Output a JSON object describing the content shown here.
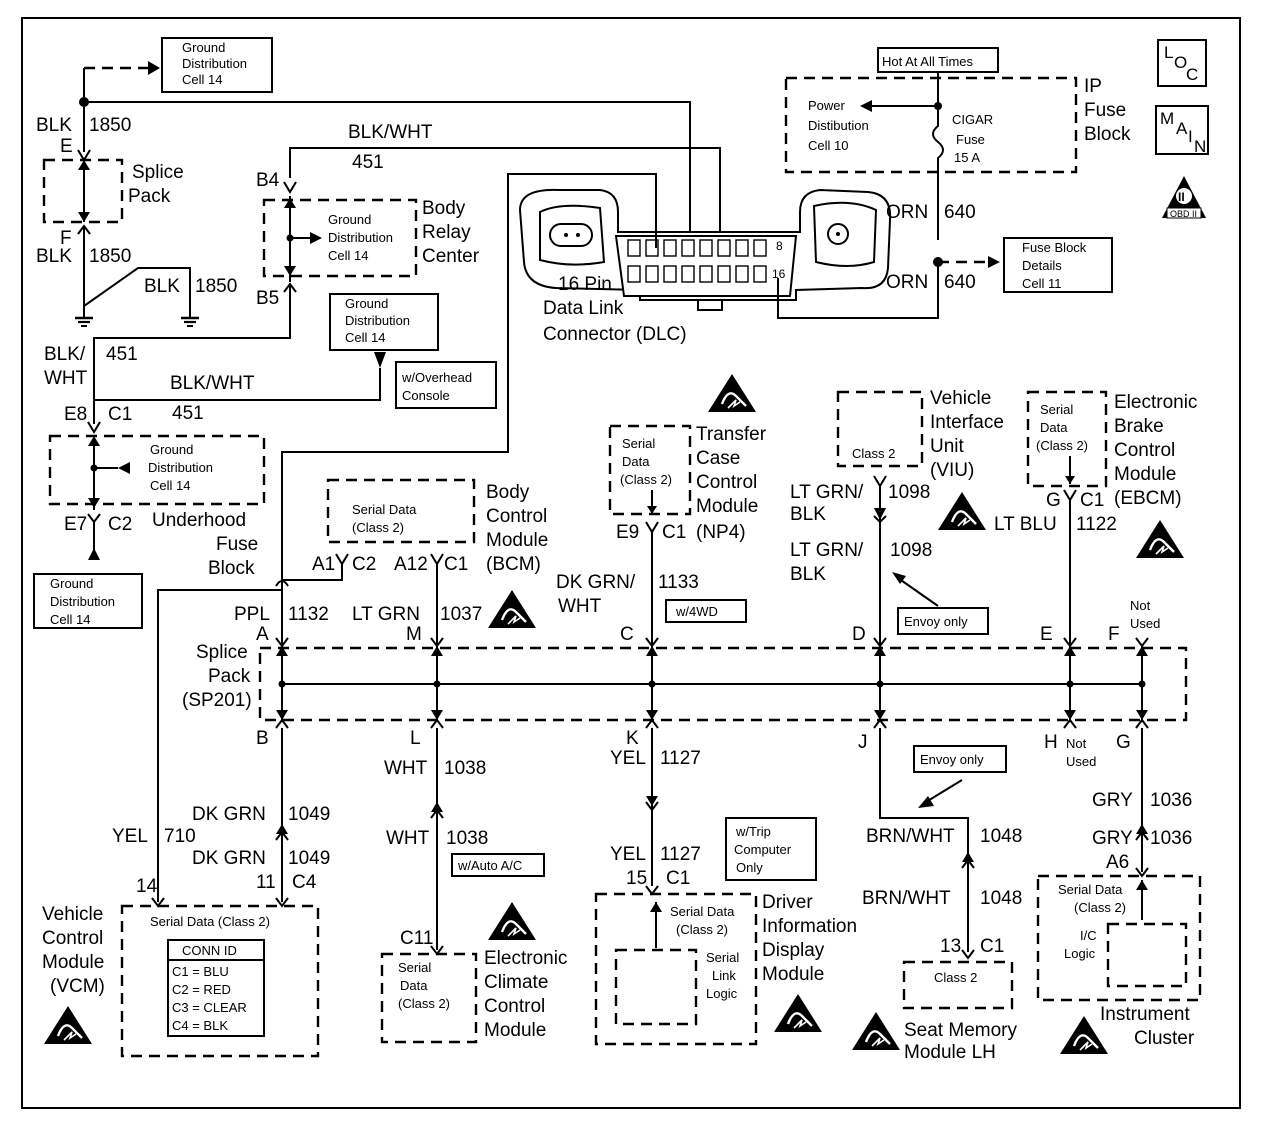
{
  "labels": {
    "hot_at_all_times": "Hot At All Times",
    "loc_l": "L",
    "loc_o": "O",
    "loc_c": "C",
    "main_m": "M",
    "main_a": "A",
    "main_i": "I",
    "main_n": "N",
    "obd_sym": "II",
    "obd_text": "OBD II",
    "ip_fuse_1": "IP",
    "ip_fuse_2": "Fuse",
    "ip_fuse_3": "Block",
    "power_dist_1": "Power",
    "power_dist_2": "Distibution",
    "power_dist_3": "Cell 10",
    "cigar_1": "CIGAR",
    "cigar_2": "Fuse",
    "cigar_3": "15 A",
    "orn_top": "ORN",
    "num_640_top": "640",
    "orn_bot": "ORN",
    "num_640_bot": "640",
    "fuse_det_1": "Fuse Block",
    "fuse_det_2": "Details",
    "fuse_det_3": "Cell 11",
    "gd_top_1": "Ground",
    "gd_top_2": "Distribution",
    "gd_top_3": "Cell 14",
    "blk_top": "BLK",
    "num_1850_top": "1850",
    "e_top": "E",
    "splice_pack_1": "Splice",
    "splice_pack_2": "Pack",
    "f_lbl": "F",
    "blk_mid": "BLK",
    "num_1850_mid": "1850",
    "blk_right": "BLK",
    "num_1850_right": "1850",
    "blk_wht_top": "BLK/WHT",
    "num_451_top": "451",
    "b4": "B4",
    "b5": "B5",
    "gd_relay_1": "Ground",
    "gd_relay_2": "Distribution",
    "gd_relay_3": "Cell 14",
    "relay_1": "Body",
    "relay_2": "Relay",
    "relay_3": "Center",
    "dlc_1": "16 Pin",
    "dlc_2": "Data Link",
    "dlc_3": "Connector (DLC)",
    "dlc_pin8": "8",
    "dlc_pin16": "16",
    "gd_console_1": "Ground",
    "gd_console_2": "Distribution",
    "gd_console_3": "Cell 14",
    "overhead_1": "w/Overhead",
    "overhead_2": "Console",
    "blk_left_1": "BLK/",
    "blk_left_2": "WHT",
    "num_451_left": "451",
    "blk_wht_mid": "BLK/WHT",
    "num_451_mid": "451",
    "e8": "E8",
    "c1_e8": "C1",
    "gd_under_1": "Ground",
    "gd_under_2": "Distribution",
    "gd_under_3": "Cell 14",
    "e7": "E7",
    "c2_e7": "C2",
    "underhood_1": "Underhood",
    "underhood_2": "Fuse",
    "underhood_3": "Block",
    "gd_bottom_1": "Ground",
    "gd_bottom_2": "Distribution",
    "gd_bottom_3": "Cell 14",
    "bcm_sd_1": "Serial Data",
    "bcm_sd_2": "(Class 2)",
    "bcm_1": "Body",
    "bcm_2": "Control",
    "bcm_3": "Module",
    "bcm_4": "(BCM)",
    "a1": "A1",
    "c2_a1": "C2",
    "a12": "A12",
    "c1_a12": "C1",
    "tccm_sd_1": "Serial",
    "tccm_sd_2": "Data",
    "tccm_sd_3": "(Class 2)",
    "tccm_1": "Transfer",
    "tccm_2": "Case",
    "tccm_3": "Control",
    "tccm_4": "Module",
    "tccm_5": "(NP4)",
    "e9": "E9",
    "c1_e9": "C1",
    "dkgrn_wht_1": "DK GRN/",
    "dkgrn_wht_2": "WHT",
    "num_1133": "1133",
    "w4wd": "w/4WD",
    "viu_class": "Class 2",
    "viu_1": "Vehicle",
    "viu_2": "Interface",
    "viu_3": "Unit",
    "viu_4": "(VIU)",
    "ltgrn_blk_1a": "LT GRN/",
    "ltgrn_blk_1b": "BLK",
    "num_1098_1": "1098",
    "ltgrn_blk_2a": "LT GRN/",
    "ltgrn_blk_2b": "BLK",
    "num_1098_2": "1098",
    "envoy_top": "Envoy only",
    "ebcm_sd_1": "Serial",
    "ebcm_sd_2": "Data",
    "ebcm_sd_3": "(Class 2)",
    "ebcm_1": "Electronic",
    "ebcm_2": "Brake",
    "ebcm_3": "Control",
    "ebcm_4": "Module",
    "ebcm_5": "(EBCM)",
    "g_ebcm": "G",
    "c1_ebcm": "C1",
    "ltblu": "LT BLU",
    "num_1122": "1122",
    "ppl": "PPL",
    "num_1132": "1132",
    "ltgrn": "LT GRN",
    "num_1037": "1037",
    "sp_a": "A",
    "sp_m": "M",
    "sp_c": "C",
    "sp_d": "D",
    "sp_e": "E",
    "sp_f": "F",
    "not_used_top_1": "Not",
    "not_used_top_2": "Used",
    "sp201_1": "Splice",
    "sp201_2": "Pack",
    "sp201_3": "(SP201)",
    "sp_b": "B",
    "sp_l": "L",
    "sp_k": "K",
    "sp_j": "J",
    "sp_h": "H",
    "sp_g": "G",
    "not_used_bot_1": "Not",
    "not_used_bot_2": "Used",
    "envoy_bot": "Envoy only",
    "wht_1": "WHT",
    "num_1038_1": "1038",
    "wht_2": "WHT",
    "num_1038_2": "1038",
    "autoac": "w/Auto A/C",
    "yel_k": "YEL",
    "num_1127_1": "1127",
    "yel_2": "YEL",
    "num_1127_2": "1127",
    "trip_1": "w/Trip",
    "trip_2": "Computer",
    "trip_3": "Only",
    "dkgrn_1": "DK GRN",
    "num_1049_1": "1049",
    "dkgrn_2": "DK GRN",
    "num_1049_2": "1049",
    "yel_710": "YEL",
    "num_710": "710",
    "brn_wht_1": "BRN/WHT",
    "num_1048_1": "1048",
    "brn_wht_2": "BRN/WHT",
    "num_1048_2": "1048",
    "gry_1": "GRY",
    "num_1036_1": "1036",
    "gry_2": "GRY",
    "num_1036_2": "1036",
    "a6": "A6",
    "vcm_pin14": "14",
    "vcm_pin11": "11",
    "vcm_c4": "C4",
    "vcm_1": "Vehicle",
    "vcm_2": "Control",
    "vcm_3": "Module",
    "vcm_4": "(VCM)",
    "vcm_sd": "Serial  Data  (Class 2)",
    "conn_id": "CONN ID",
    "conn_c1": "C1 = BLU",
    "conn_c2": "C2 = RED",
    "conn_c3": "C3 = CLEAR",
    "conn_c4": "C4 = BLK",
    "c11": "C11",
    "eccm_sd_1": "Serial",
    "eccm_sd_2": "Data",
    "eccm_sd_3": "(Class 2)",
    "eccm_1": "Electronic",
    "eccm_2": "Climate",
    "eccm_3": "Control",
    "eccm_4": "Module",
    "dic_pin15": "15",
    "dic_c1": "C1",
    "dic_sd_1": "Serial Data",
    "dic_sd_2": "(Class 2)",
    "dic_sl_1": "Serial",
    "dic_sl_2": "Link",
    "dic_sl_3": "Logic",
    "dic_1": "Driver",
    "dic_2": "Information",
    "dic_3": "Display",
    "dic_4": "Module",
    "seat_pin13": "13",
    "seat_c1": "C1",
    "seat_class": "Class 2",
    "seat_1": "Seat Memory",
    "seat_2": "Module LH",
    "ic_sd_1": "Serial Data",
    "ic_sd_2": "(Class 2)",
    "ic_logic_1": "I/C",
    "ic_logic_2": "Logic",
    "ic_1": "Instrument",
    "ic_2": "Cluster"
  },
  "colors": {
    "ink": "#000000",
    "paper": "#ffffff"
  },
  "icons": {
    "esd": "electrostatic-discharge-warning-icon",
    "ground": "ground-symbol-icon",
    "loc": "location-index-icon",
    "main": "main-index-icon",
    "obd": "obd-ii-symbol-icon"
  }
}
